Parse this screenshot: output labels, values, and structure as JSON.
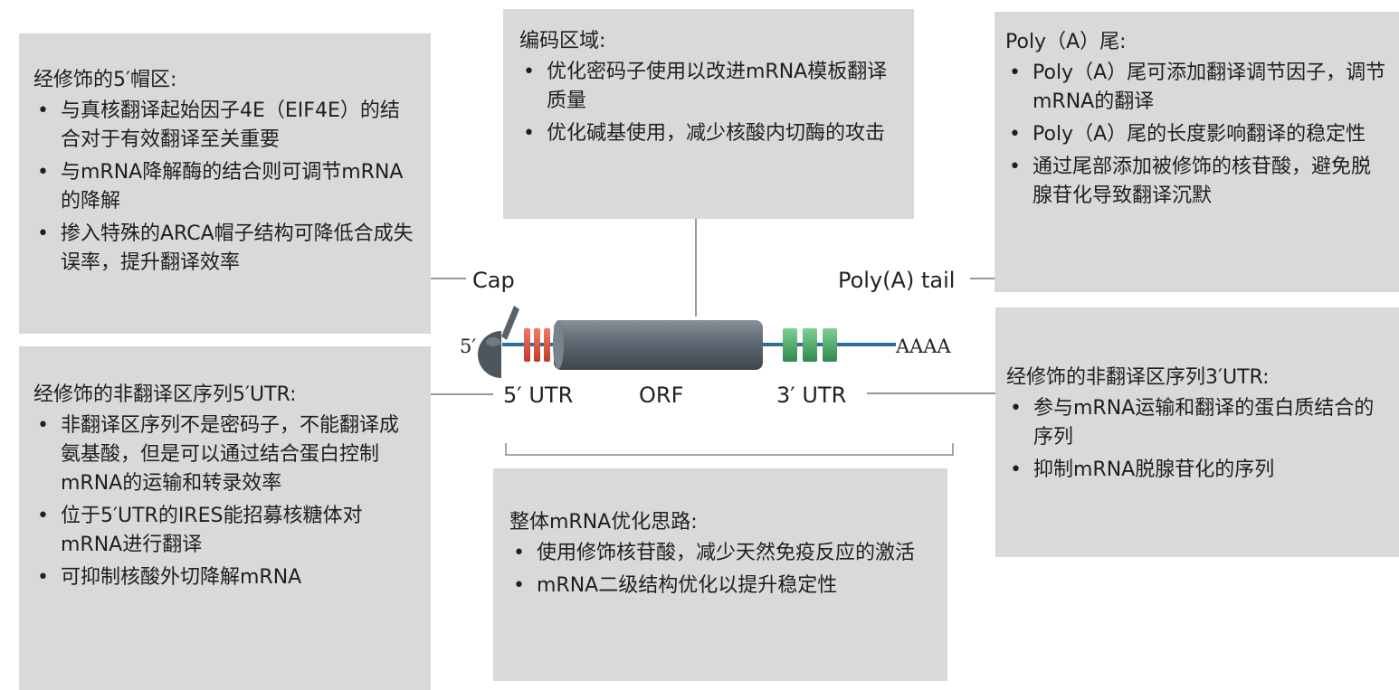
{
  "cap_box": {
    "title": "经修饰的5′帽区:",
    "items": [
      "与真核翻译起始因子4E（EIF4E）的结合对于有效翻译至关重要",
      "与mRNA降解酶的结合则可调节mRNA的降解",
      "掺入特殊的ARCA帽子结构可降低合成失误率，提升翻译效率"
    ]
  },
  "utr5_box": {
    "title": "经修饰的非翻译区序列5′UTR:",
    "items": [
      "非翻译区序列不是密码子，不能翻译成氨基酸，但是可以通过结合蛋白控制mRNA的运输和转录效率",
      "位于5′UTR的IRES能招募核糖体对mRNA进行翻译",
      "可抑制核酸外切降解mRNA"
    ]
  },
  "orf_box": {
    "title": "编码区域:",
    "items": [
      "优化密码子使用以改进mRNA模板翻译质量",
      "优化碱基使用，减少核酸内切酶的攻击"
    ]
  },
  "polya_box": {
    "title": "Poly（A）尾:",
    "items": [
      "Poly（A）尾可添加翻译调节因子，调节mRNA的翻译",
      "Poly（A）尾的长度影响翻译的稳定性",
      "通过尾部添加被修饰的核苷酸，避免脱腺苷化导致翻译沉默"
    ]
  },
  "utr3_box": {
    "title": "经修饰的非翻译区序列3′UTR:",
    "items": [
      "参与mRNA运输和翻译的蛋白质结合的序列",
      "抑制mRNA脱腺苷化的序列"
    ]
  },
  "overall_box": {
    "title": "整体mRNA优化思路:",
    "items": [
      "使用修饰核苷酸，减少天然免疫反应的激活",
      "mRNA二级结构优化以提升稳定性"
    ]
  },
  "diagram": {
    "cap_label": "Cap",
    "five_prime_label": "5′",
    "polya_tail_label": "Poly(A) tail",
    "aaaa_label": "AAAA",
    "utr5_label": "5′ UTR",
    "orf_label": "ORF",
    "utr3_label": "3′ UTR",
    "colors": {
      "box_bg": "#d9d9d9",
      "orf_body": "#5c6670",
      "utr5_stripes": "#d9483b",
      "utr3_blocks": "#4caf6a",
      "line_blue": "#2e6e9e",
      "cap_gray": "#4d555d"
    }
  }
}
